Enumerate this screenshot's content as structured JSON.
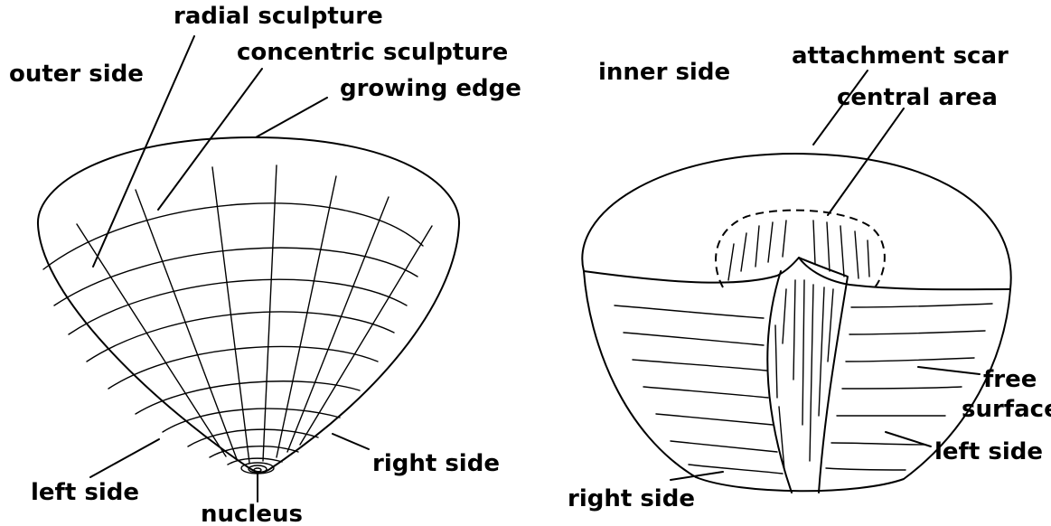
{
  "left_view": {
    "labels": {
      "outer_side": "outer side",
      "radial_sculpture": "radial sculpture",
      "concentric_sculpture": "concentric sculpture",
      "growing_edge": "growing edge",
      "left_side": "left side",
      "right_side": "right side",
      "nucleus": "nucleus"
    }
  },
  "right_view": {
    "labels": {
      "inner_side": "inner side",
      "attachment_scar": "attachment scar",
      "central_area": "central area",
      "free_surface_line1": "free",
      "free_surface_line2": "surface",
      "right_side": "right side",
      "left_side": "left side"
    }
  }
}
